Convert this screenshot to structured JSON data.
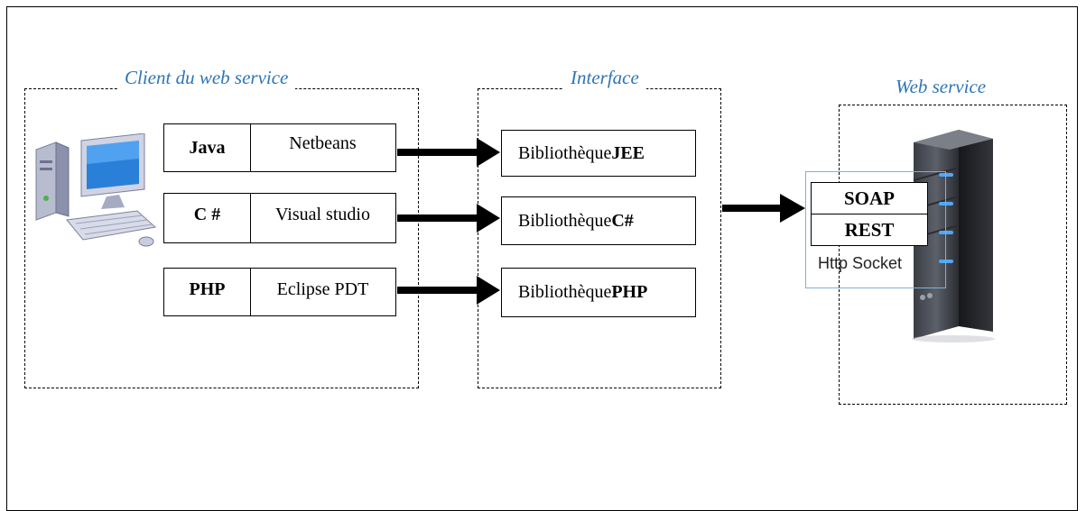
{
  "client": {
    "title": "Client du web service",
    "rows": [
      {
        "lang": "Java",
        "ide": "Netbeans"
      },
      {
        "lang": "C #",
        "ide": "Visual studio"
      },
      {
        "lang": "PHP",
        "ide": "Eclipse PDT"
      }
    ]
  },
  "interface": {
    "title": "Interface",
    "libraries": [
      {
        "prefix": "Bibliothèque",
        "suffix": "JEE"
      },
      {
        "prefix": "Bibliothèque",
        "suffix": "C#"
      },
      {
        "prefix": "Bibliothèque",
        "suffix": "PHP"
      }
    ]
  },
  "webservice": {
    "title": "Web service",
    "protocols": [
      "SOAP",
      "REST"
    ],
    "transport": "Http Socket"
  },
  "colors": {
    "title_blue": "#2e75b6",
    "arrow": "#000000",
    "server_light": "#4fa8ff"
  },
  "icons": [
    "desktop-computer-icon",
    "server-tower-icon"
  ]
}
